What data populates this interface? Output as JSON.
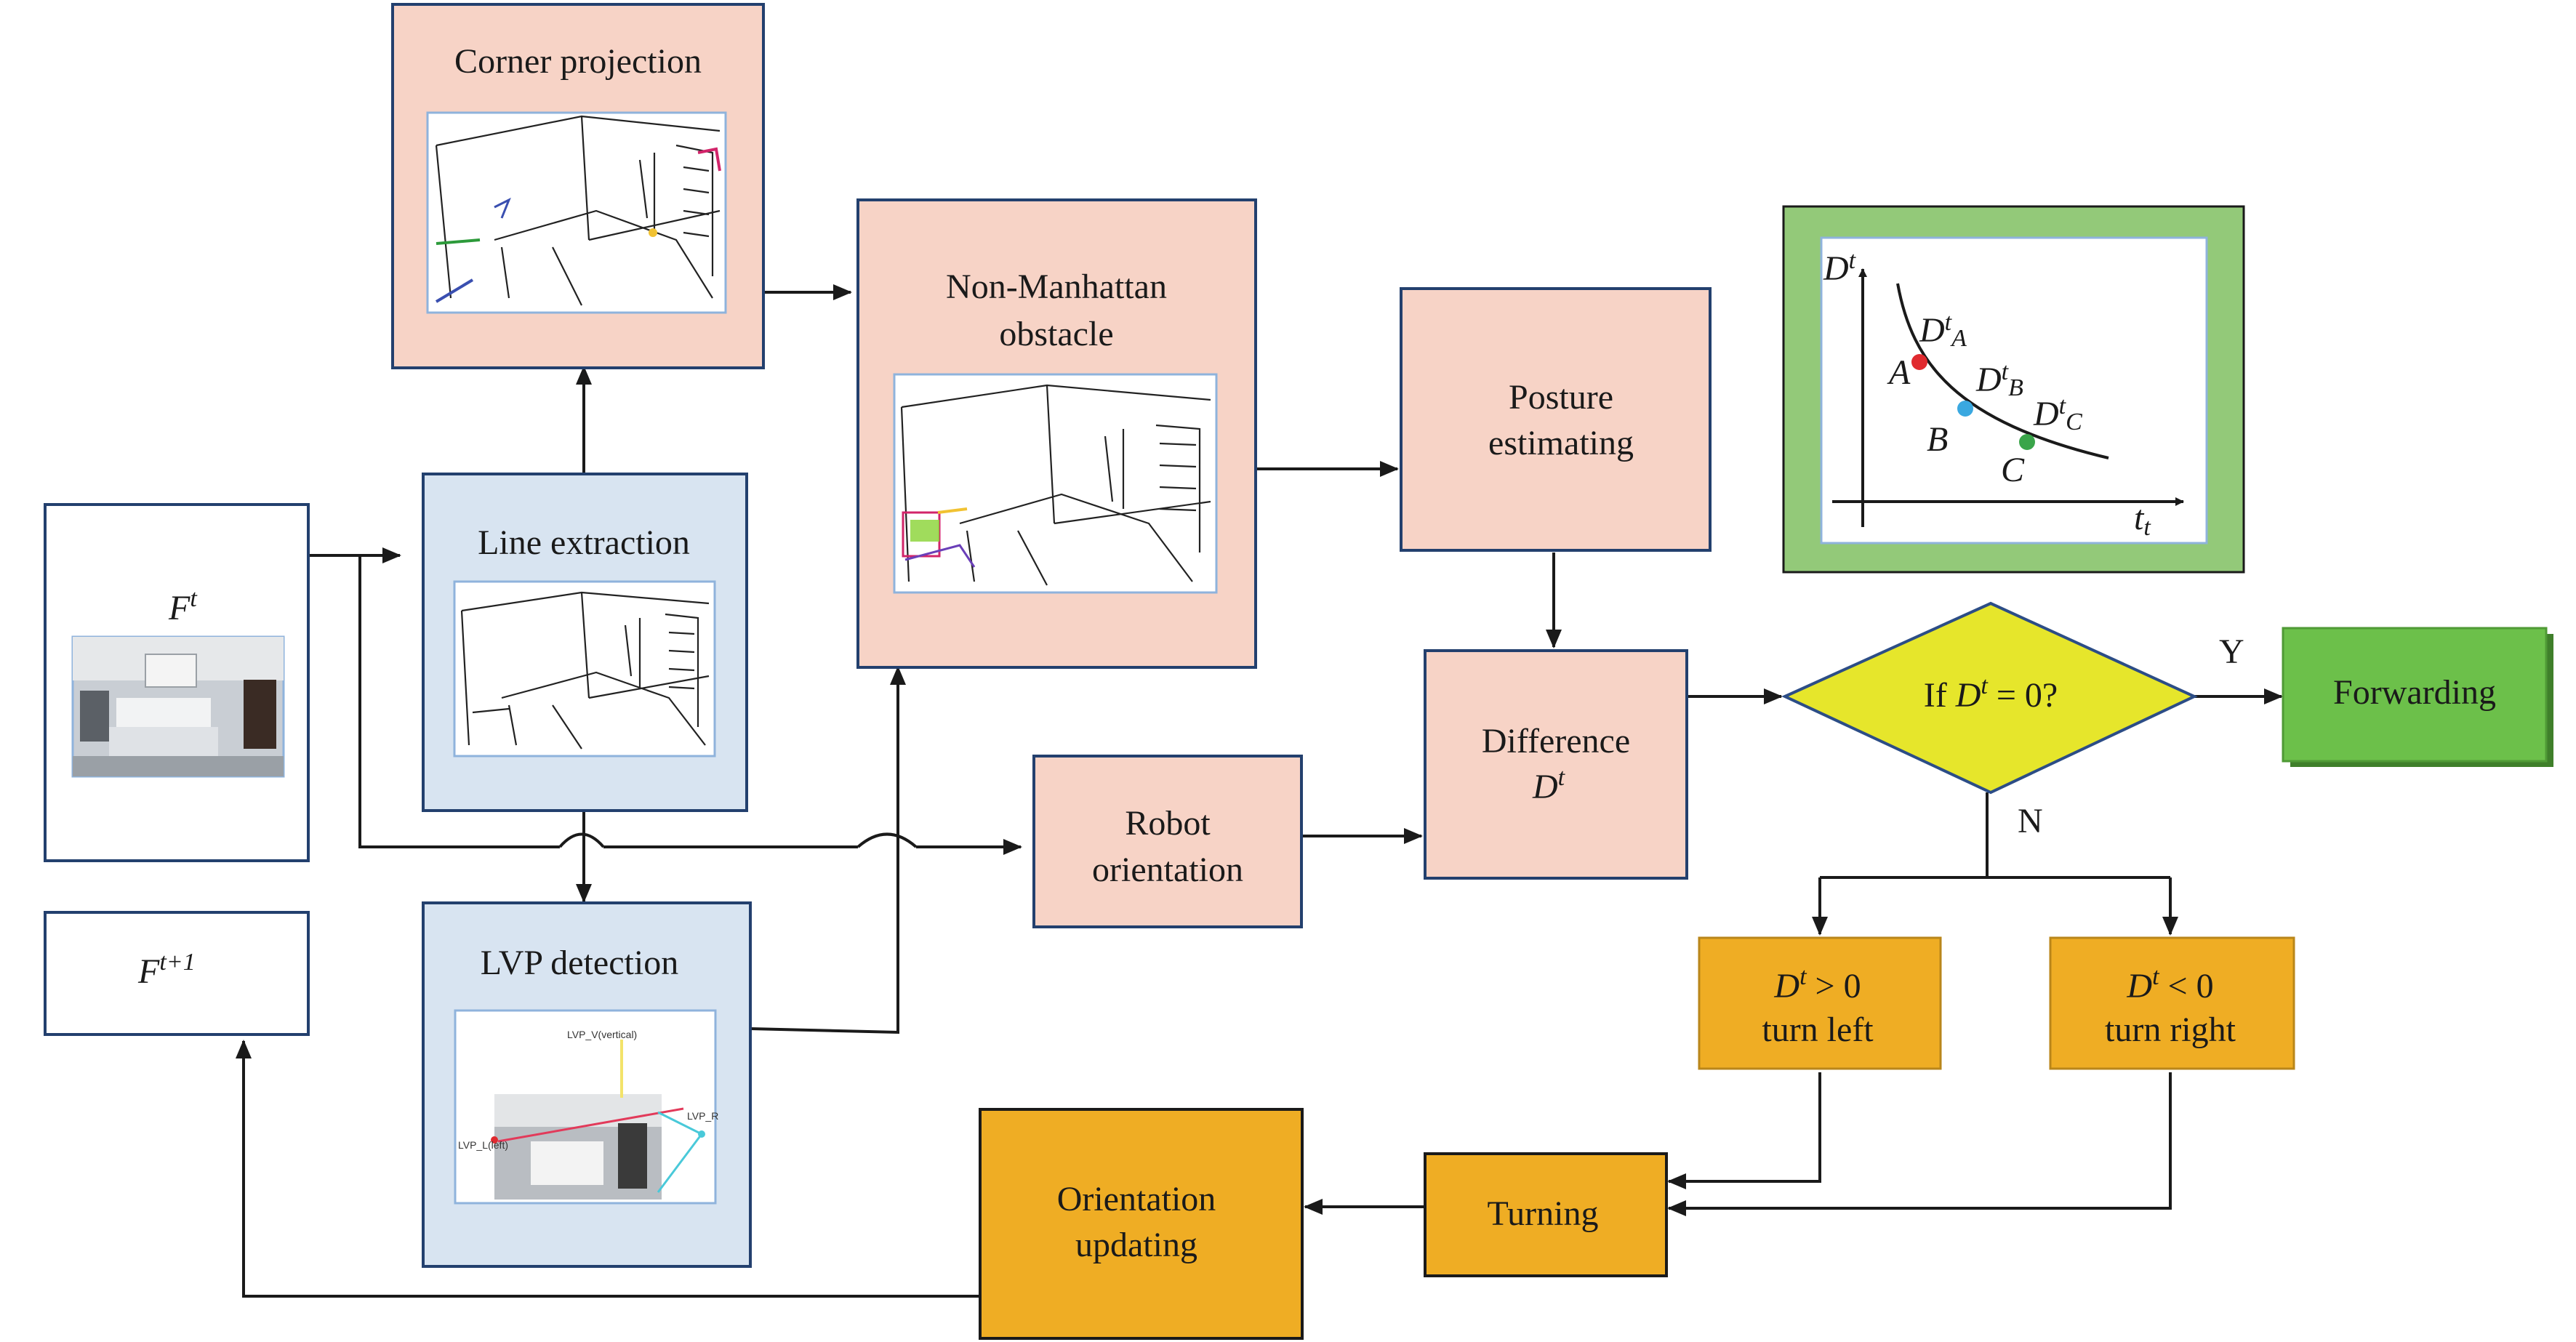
{
  "nodes": {
    "frame_t": {
      "label_main": "F",
      "label_sup": "t"
    },
    "frame_t1": {
      "label_main": "F",
      "label_sup": "t+1"
    },
    "corner_projection": {
      "label": "Corner projection"
    },
    "line_extraction": {
      "label": "Line extraction"
    },
    "lvp_detection": {
      "label": "LVP detection"
    },
    "non_manhattan": {
      "label_line1": "Non-Manhattan",
      "label_line2": "obstacle"
    },
    "posture_estimating": {
      "label_line1": "Posture",
      "label_line2": "estimating"
    },
    "robot_orientation": {
      "label_line1": "Robot",
      "label_line2": "orientation"
    },
    "difference": {
      "label_line1": "Difference",
      "label_main": "D",
      "label_sup": "t"
    },
    "decision": {
      "prefix": "If ",
      "var": "D",
      "sup": "t",
      "suffix": " = 0?"
    },
    "forwarding": {
      "label": "Forwarding"
    },
    "turn_left": {
      "var": "D",
      "sup": "t",
      "cond": " > 0",
      "action": "turn left"
    },
    "turn_right": {
      "var": "D",
      "sup": "t",
      "cond": " < 0",
      "action": "turn right"
    },
    "turning": {
      "label": "Turning"
    },
    "orientation_updating": {
      "label_line1": "Orientation",
      "label_line2": "updating"
    }
  },
  "branch_labels": {
    "yes": "Y",
    "no": "N"
  },
  "inset_plot": {
    "y_axis_label": "D",
    "y_axis_sup": "t",
    "x_axis_label": "t",
    "x_axis_sub": "t",
    "points": [
      {
        "name": "A",
        "label": "D",
        "sup": "t",
        "sub": "A",
        "color": "#e02a2f"
      },
      {
        "name": "B",
        "label": "D",
        "sup": "t",
        "sub": "B",
        "color": "#3aa8e0"
      },
      {
        "name": "C",
        "label": "D",
        "sup": "t",
        "sub": "C",
        "color": "#3aa54a"
      }
    ],
    "frame_color": "#93c979"
  },
  "lvp_thumbnail_labels": {
    "top": "LVP_V(vertical)",
    "left": "LVP_L(left)",
    "right": "LVP_R"
  }
}
